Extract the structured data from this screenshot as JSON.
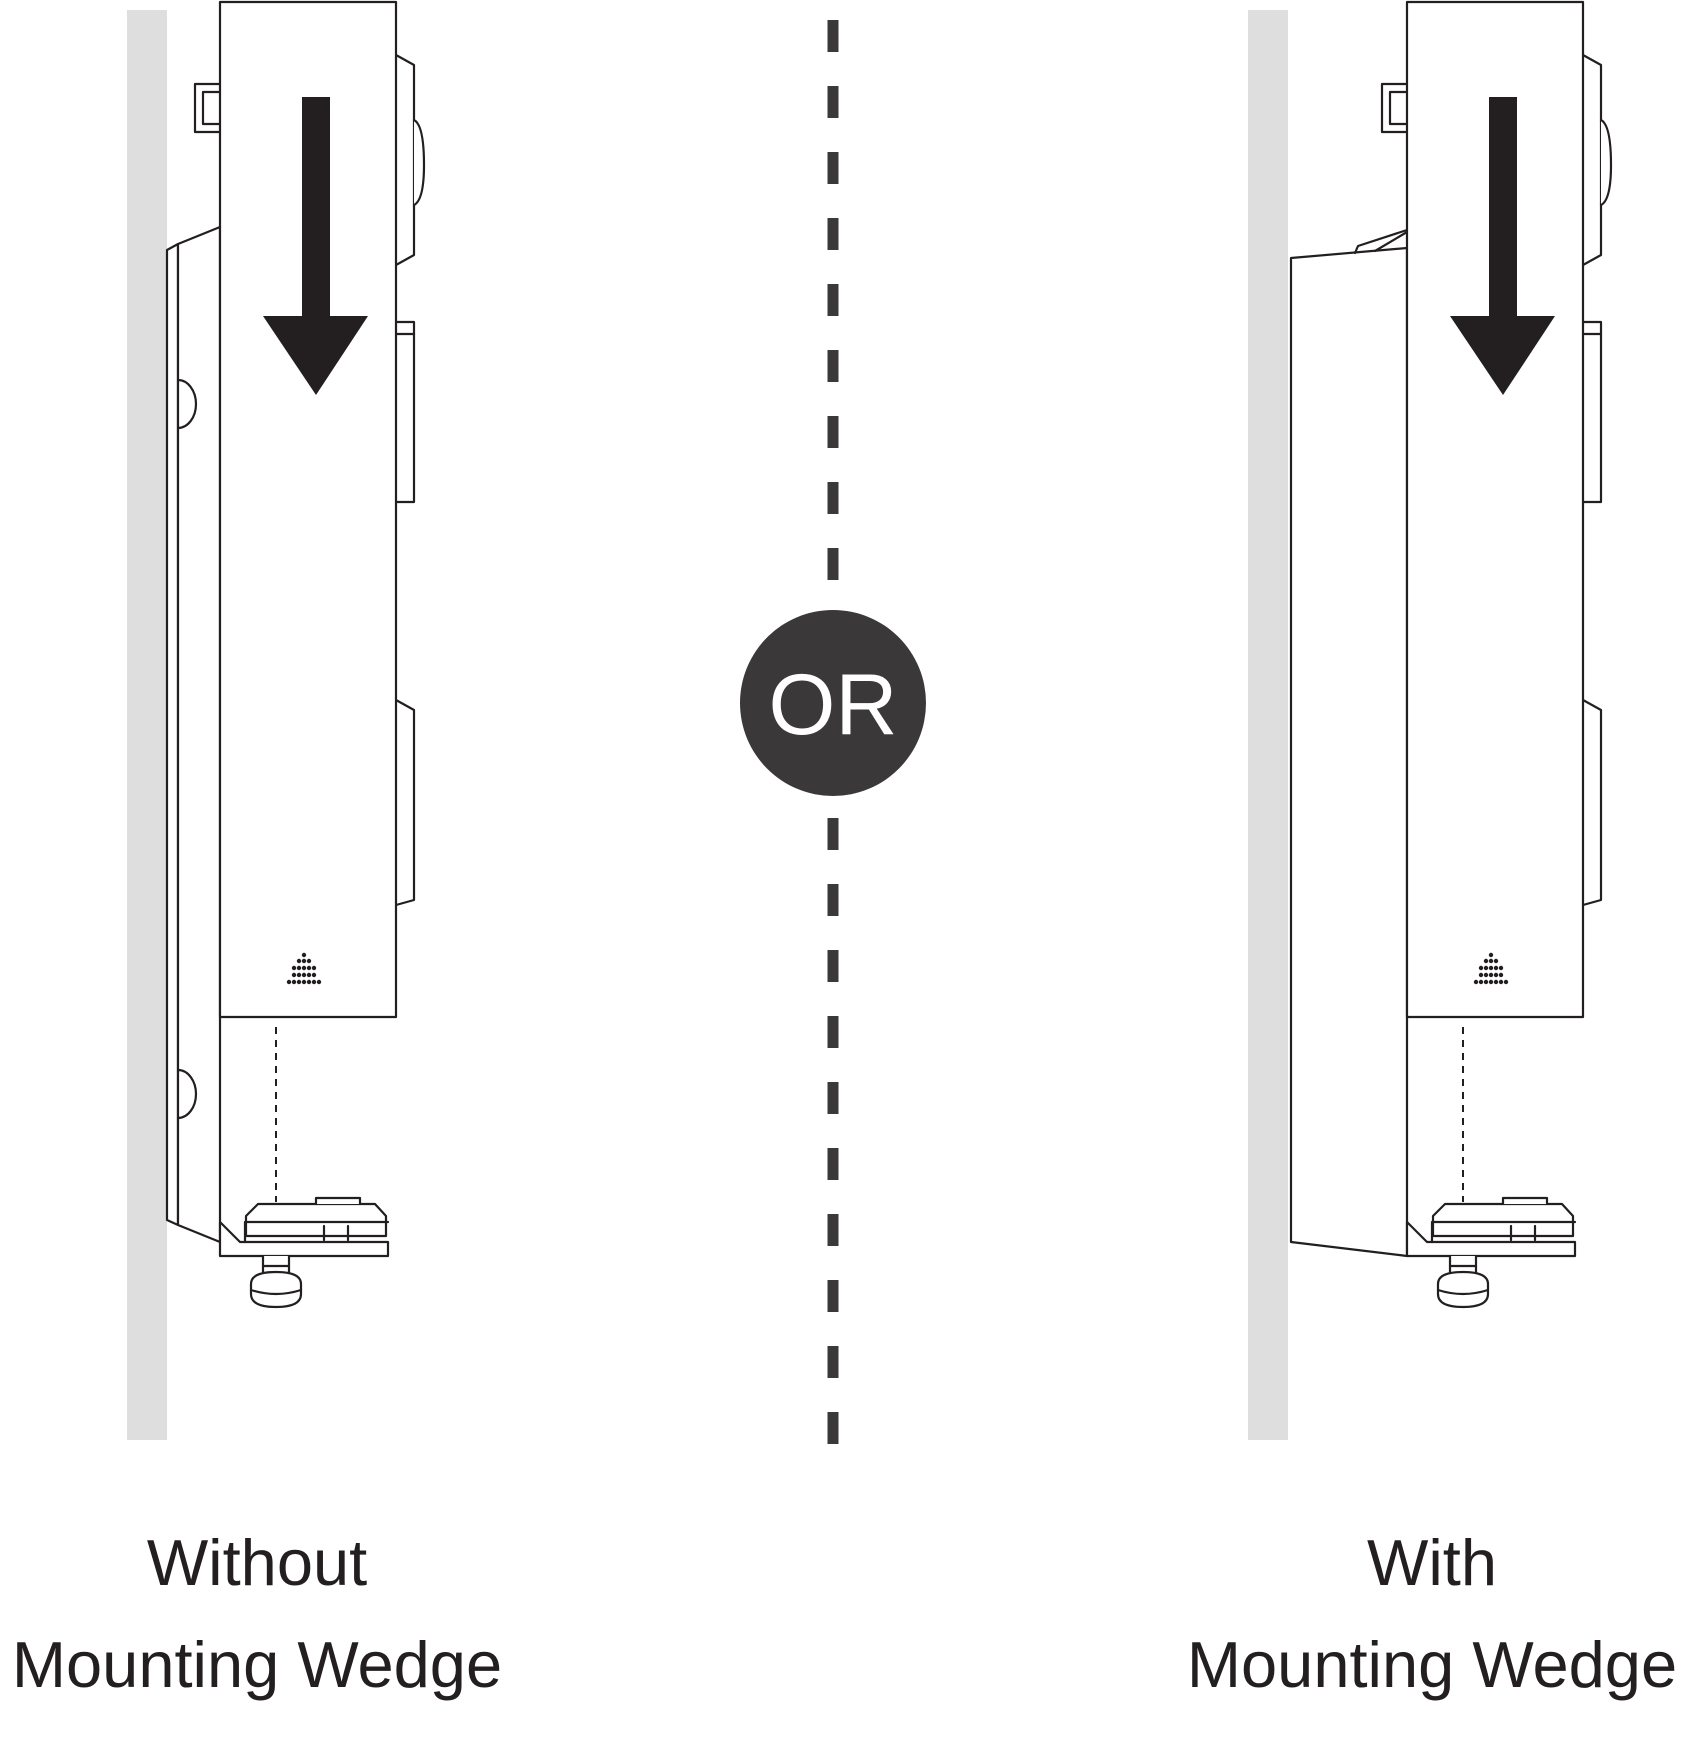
{
  "divider": {
    "label": "OR"
  },
  "options": [
    {
      "line1": "Without",
      "line2": "Mounting Wedge"
    },
    {
      "line1": "With",
      "line2": "Mounting Wedge"
    }
  ],
  "colors": {
    "ink": "#231f20",
    "wall": "#dedede",
    "badge": "#3a3838",
    "divider": "#3a3838",
    "background": "#ffffff"
  },
  "icons": [
    "down-arrow-icon",
    "speaker-grille-icon",
    "mounting-screw-icon"
  ]
}
